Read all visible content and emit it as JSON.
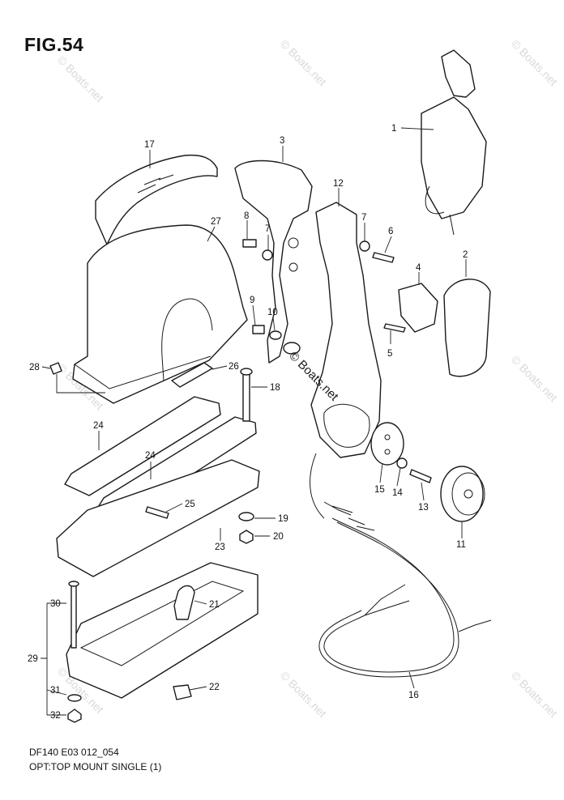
{
  "figure": {
    "title": "FIG.54",
    "code": "DF140 E03 012_054",
    "description": "OPT:TOP MOUNT SINGLE (1)"
  },
  "watermark": {
    "repeat_text": "© Boats.net",
    "center_text": "© Boats.net"
  },
  "callouts": [
    {
      "id": "1",
      "label": "1"
    },
    {
      "id": "2",
      "label": "2"
    },
    {
      "id": "3",
      "label": "3"
    },
    {
      "id": "4",
      "label": "4"
    },
    {
      "id": "5",
      "label": "5"
    },
    {
      "id": "6",
      "label": "6"
    },
    {
      "id": "7a",
      "label": "7"
    },
    {
      "id": "7b",
      "label": "7"
    },
    {
      "id": "8",
      "label": "8"
    },
    {
      "id": "9",
      "label": "9"
    },
    {
      "id": "10",
      "label": "10"
    },
    {
      "id": "11",
      "label": "11"
    },
    {
      "id": "12",
      "label": "12"
    },
    {
      "id": "13",
      "label": "13"
    },
    {
      "id": "14",
      "label": "14"
    },
    {
      "id": "15",
      "label": "15"
    },
    {
      "id": "16",
      "label": "16"
    },
    {
      "id": "17",
      "label": "17"
    },
    {
      "id": "18",
      "label": "18"
    },
    {
      "id": "19",
      "label": "19"
    },
    {
      "id": "20",
      "label": "20"
    },
    {
      "id": "21",
      "label": "21"
    },
    {
      "id": "22",
      "label": "22"
    },
    {
      "id": "23",
      "label": "23"
    },
    {
      "id": "24a",
      "label": "24"
    },
    {
      "id": "24b",
      "label": "24"
    },
    {
      "id": "25",
      "label": "25"
    },
    {
      "id": "26",
      "label": "26"
    },
    {
      "id": "27",
      "label": "27"
    },
    {
      "id": "28",
      "label": "28"
    },
    {
      "id": "29",
      "label": "29"
    },
    {
      "id": "30",
      "label": "30"
    },
    {
      "id": "31",
      "label": "31"
    },
    {
      "id": "32",
      "label": "32"
    }
  ]
}
